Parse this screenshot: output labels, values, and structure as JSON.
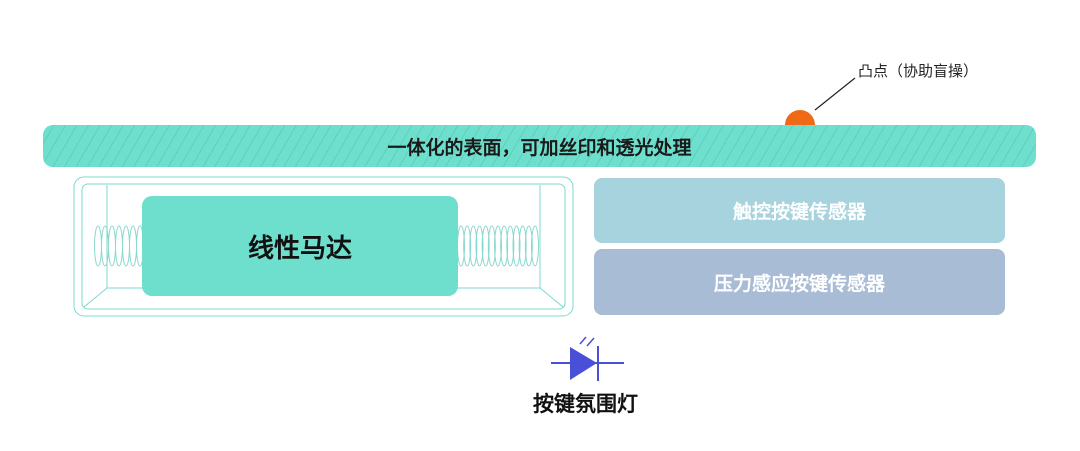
{
  "surface": {
    "label": "一体化的表面，可加丝印和透光处理"
  },
  "bump": {
    "label": "凸点（协助盲操）"
  },
  "motor": {
    "label": "线性马达"
  },
  "sensors": {
    "touch": "触控按键传感器",
    "pressure": "压力感应按键传感器"
  },
  "led": {
    "label": "按键氛围灯"
  },
  "colors": {
    "surface": "#6fdfcd",
    "bump": "#ee6a16",
    "touch": "#a7d3de",
    "pressure": "#a9bcd6",
    "led": "#4a4fd8"
  }
}
